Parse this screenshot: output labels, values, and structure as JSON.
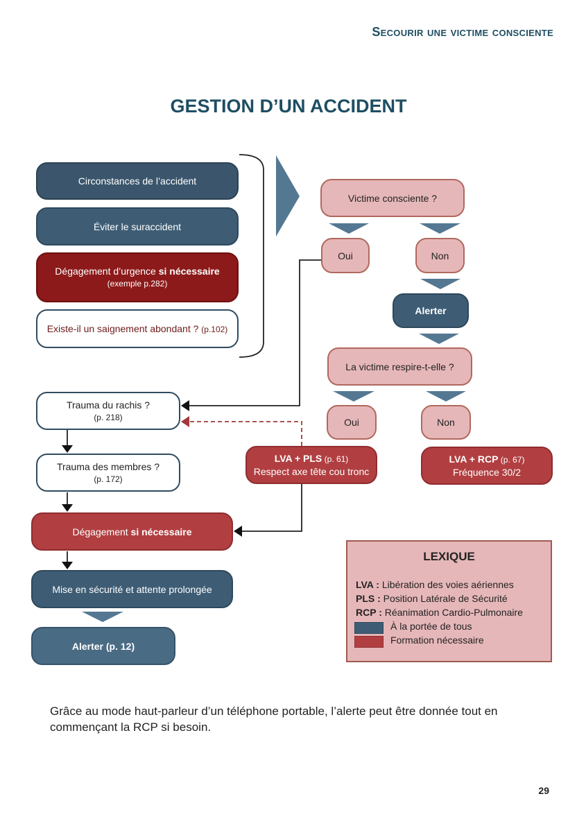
{
  "header": {
    "section": "Secourir une victime consciente"
  },
  "page_title": "GESTION D’UN ACCIDENT",
  "left_steps": {
    "circonstances": "Circonstances de l’accident",
    "suraccident": "Éviter le suraccident",
    "degagement_urgence_a": "Dégagement d’urgence ",
    "degagement_urgence_b": "si nécessaire",
    "degagement_urgence_c": "(exemple p.282)",
    "saignement_a": "Existe-il un saignement abondant ? ",
    "saignement_b": "(p.102)"
  },
  "flow": {
    "victime_consciente": "Victime consciente ?",
    "oui1": "Oui",
    "non1": "Non",
    "alerter": "Alerter",
    "respire": "La victime respire-t-elle ?",
    "oui2": "Oui",
    "non2": "Non",
    "lva_pls_a": "LVA + PLS",
    "lva_pls_b": " (p. 61)",
    "lva_pls_c": "Respect axe tête cou tronc",
    "lva_rcp_a": "LVA + RCP",
    "lva_rcp_b": " (p. 67)",
    "lva_rcp_c": "Fréquence 30/2",
    "rachis_a": "Trauma du rachis ?",
    "rachis_b": "(p. 218)",
    "membres_a": "Trauma des membres ?",
    "membres_b": "(p. 172)",
    "degagement_a": "Dégagement ",
    "degagement_b": "si nécessaire",
    "securite": "Mise en sécurité et attente prolongée",
    "alerter_final": "Alerter (p. 12)"
  },
  "lexique": {
    "title": "LEXIQUE",
    "lva_key": "LVA :",
    "lva_val": " Libération des voies aériennes",
    "pls_key": "PLS :",
    "pls_val": " Position Latérale de Sécurité",
    "rcp_key": "RCP :",
    "rcp_val": " Réanimation Cardio-Pulmonaire",
    "legend_blue": "À la portée de tous",
    "legend_red": "Formation nécessaire"
  },
  "colors": {
    "blue": "#3e5d75",
    "red": "#b13f41",
    "pink": "#e6b7b9"
  },
  "paragraph": "Grâce au mode haut-parleur d’un téléphone portable, l’alerte peut être donnée tout en commençant la RCP si besoin.",
  "page_number": "29"
}
